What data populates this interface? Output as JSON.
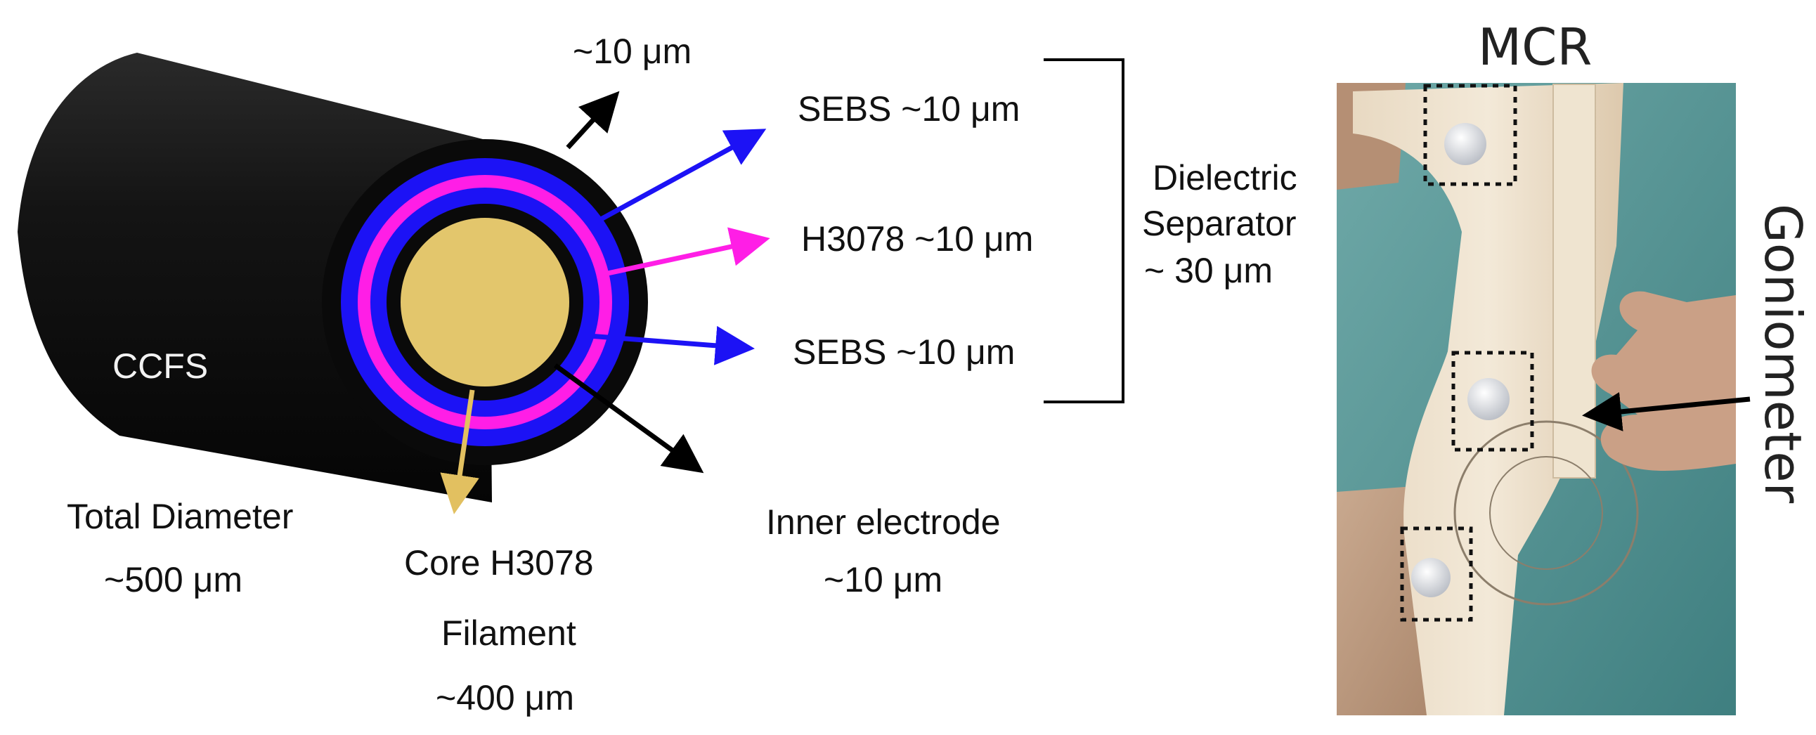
{
  "diagram": {
    "cylinder_label": "CCFS",
    "outer_layer_label": "~10 μm",
    "layer_labels": {
      "sebs_top": "SEBS ~10 μm",
      "h3078_middle": "H3078 ~10 μm",
      "sebs_bottom": "SEBS ~10 μm"
    },
    "dielectric": {
      "line1": "Dielectric",
      "line2": "Separator",
      "line3": "~ 30 μm"
    },
    "total_diameter": {
      "line1": "Total Diameter",
      "line2": "~500 μm"
    },
    "core": {
      "line1": "Core H3078",
      "line2": "Filament",
      "line3": "~400 μm"
    },
    "inner_electrode": {
      "line1": "Inner electrode",
      "line2": "~10 μm"
    },
    "colors": {
      "conductive_black": "#0a0a0a",
      "sebs_blue": "#1c12f5",
      "h3078_magenta": "#ff1ee6",
      "core_tan": "#e3c66c",
      "core_arrow": "#e2c060"
    }
  },
  "photo": {
    "title": "MCR",
    "side_label": "Goniometer"
  }
}
